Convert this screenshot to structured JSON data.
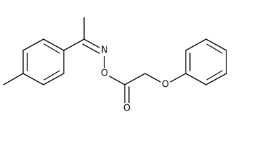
{
  "molecule": {
    "atoms": {
      "n1": "N",
      "o1": "O",
      "o2": "O",
      "o3": "O"
    }
  }
}
